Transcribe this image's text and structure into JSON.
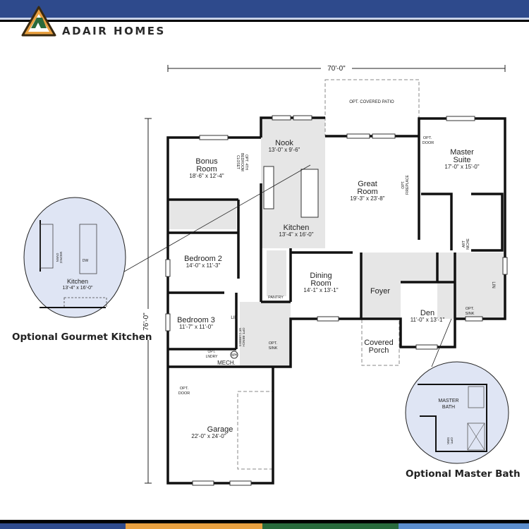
{
  "brand": {
    "name": "ADAIR HOMES",
    "colors": {
      "header_blue": "#2e4a8c",
      "logo_green": "#2a6a3a",
      "logo_orange": "#e8a040"
    }
  },
  "footer_stripes": [
    "#2e4a8c",
    "#e8a040",
    "#286a3c",
    "#5a8ccc"
  ],
  "dimensions": {
    "width": "70'-0\"",
    "depth": "76'-0\""
  },
  "rooms": {
    "patio": {
      "label": "OPT. COVERED PATIO"
    },
    "nook": {
      "name": "Nook",
      "size": "13'-0\" x 9'-6\""
    },
    "bonus": {
      "name1": "Bonus",
      "name2": "Room",
      "size": "18'-6\" x 12'-4\""
    },
    "closet": {
      "line1": "OPT. 4TH",
      "line2": "BEDROOM",
      "line3": "CLOSET"
    },
    "kitchen": {
      "name": "Kitchen",
      "size": "13'-4\" x 16'-0\""
    },
    "great": {
      "name1": "Great",
      "name2": "Room",
      "size": "19'-3\" x 23'-8\""
    },
    "fireplace": {
      "line1": "OPT.",
      "line2": "FIREPLACE"
    },
    "master": {
      "name1": "Master",
      "name2": "Suite",
      "size": "17'-0\" x 15'-0\""
    },
    "master_door": {
      "line1": "OPT.",
      "line2": "DOOR"
    },
    "art_niche": {
      "line1": "ART",
      "line2": "NICHE"
    },
    "bedroom2": {
      "name": "Bedroom 2",
      "size": "14'-0\" x 11'-3\""
    },
    "bedroom3": {
      "name": "Bedroom 3",
      "size": "11'-7\" x 11'-0\""
    },
    "pantry": {
      "label": "PANTRY"
    },
    "dining": {
      "name1": "Dining",
      "name2": "Room",
      "size": "14'-1\" x 13'-1\""
    },
    "foyer": {
      "name": "Foyer"
    },
    "den": {
      "name": "Den",
      "size": "11'-0\" x 13'-1\""
    },
    "porch": {
      "name1": "Covered",
      "name2": "Porch"
    },
    "lin1": {
      "label": "LIN"
    },
    "lin2": {
      "label": "LIN"
    },
    "bench": {
      "line1": "OPT. BENCH",
      "line2": "W/ CUBBIES"
    },
    "laundry_sink": {
      "line1": "OPT.",
      "line2": "SINK"
    },
    "bath_sink": {
      "line1": "OPT.",
      "line2": "SINK"
    },
    "laundry": {
      "line1": "OPT.",
      "line2": "LNDRY"
    },
    "wh": {
      "label": "WH"
    },
    "mech": {
      "label": "MECH."
    },
    "garage": {
      "name": "Garage",
      "size": "22'-0\" x 24'-0\""
    },
    "garage_door": {
      "line1": "OPT.",
      "line2": "DOOR"
    }
  },
  "insets": {
    "kitchen": {
      "caption": "Optional Gourmet Kitchen",
      "name": "Kitchen",
      "size": "13'-4\" x 16'-0\"",
      "micro1": "MICRO/",
      "micro2": "OVEN",
      "dw": "DW"
    },
    "bath": {
      "caption": "Optional Master Bath",
      "name1": "MASTER",
      "name2": "BATH",
      "sink1": "OPT.",
      "sink2": "SINK"
    }
  }
}
